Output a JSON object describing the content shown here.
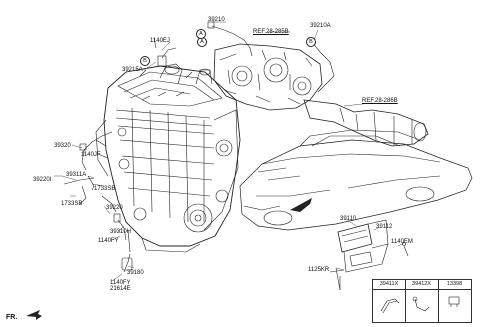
{
  "labels": {
    "p39210": "39210",
    "p1140ej": "1140EJ",
    "p39210a": "39210A",
    "p39215a": "39215A",
    "ref_a": "REF.28-285B",
    "ref_b": "REF.28-286B",
    "p39320": "39320",
    "p1140jf": "1140JF",
    "p39311a": "39311A",
    "p39220i": "39220I",
    "p1733sb": "1733SB",
    "p1733sb_2": "1733SB",
    "p39220": "39220",
    "p39310h": "39310H",
    "p1140fy": "1140FY",
    "p39180": "39180",
    "p1140fy_2": "1140FY",
    "p21614e": "21614E",
    "p39110": "39110",
    "p39112": "39112",
    "p1140em": "1140EM",
    "p1125kr": "1125KR"
  },
  "callouts": {
    "a": "A",
    "b": "B"
  },
  "legend": {
    "col1": "39411X",
    "col2": "39412X",
    "col3": "13398"
  },
  "direction": "FR."
}
